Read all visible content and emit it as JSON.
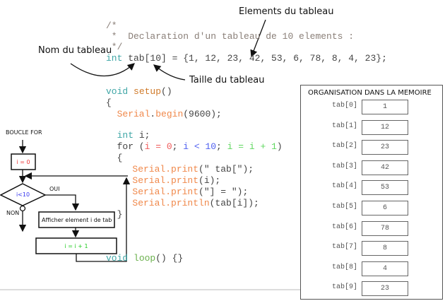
{
  "annotations": {
    "elements": "Elements du tableau",
    "name": "Nom du tableau",
    "size": "Taille du tableau"
  },
  "code_lines": [
    [
      {
        "t": "/*",
        "c": "#8a7f78"
      }
    ],
    [
      {
        "t": " *  Declaration d'un tableau de 10 elements :",
        "c": "#8a7f78"
      }
    ],
    [
      {
        "t": " */",
        "c": "#8a7f78"
      }
    ],
    [
      {
        "t": "int",
        "c": "#3fa6a6"
      },
      {
        "t": " tab[10] = {1, 12, 23, 42, 53, 6, 78, 8, 4, 23};",
        "c": "#444"
      }
    ],
    [
      {
        "t": "void",
        "c": "#3fa6a6"
      },
      {
        "t": " setup",
        "c": "#d07a2a"
      },
      {
        "t": "()",
        "c": "#444"
      }
    ],
    [
      {
        "t": "{",
        "c": "#444"
      }
    ],
    [
      {
        "t": "  Serial",
        "c": "#f0884a"
      },
      {
        "t": ".",
        "c": "#444"
      },
      {
        "t": "begin",
        "c": "#f0884a"
      },
      {
        "t": "(9600);",
        "c": "#444"
      }
    ],
    [
      {
        "t": "  int",
        "c": "#3fa6a6"
      },
      {
        "t": " i;",
        "c": "#444"
      }
    ],
    [
      {
        "t": "  for (",
        "c": "#444"
      },
      {
        "t": "i = 0",
        "c": "#f05a5a"
      },
      {
        "t": "; ",
        "c": "#444"
      },
      {
        "t": "i < 10",
        "c": "#5060f0"
      },
      {
        "t": "; ",
        "c": "#444"
      },
      {
        "t": "i = i + 1",
        "c": "#5fd75f"
      },
      {
        "t": ")",
        "c": "#444"
      }
    ],
    [
      {
        "t": "  {",
        "c": "#444"
      }
    ],
    [
      {
        "t": "   Serial.print",
        "c": "#f0884a"
      },
      {
        "t": "(\" tab[\");",
        "c": "#444"
      }
    ],
    [
      {
        "t": "   Serial.print",
        "c": "#f0884a"
      },
      {
        "t": "(i);",
        "c": "#444"
      }
    ],
    [
      {
        "t": "   Serial.print",
        "c": "#f0884a"
      },
      {
        "t": "(\"] = \");",
        "c": "#444"
      }
    ],
    [
      {
        "t": "   Serial.println",
        "c": "#f0884a"
      },
      {
        "t": "(tab[i]);",
        "c": "#444"
      }
    ],
    [
      {
        "t": "  }",
        "c": "#444"
      }
    ],
    [
      {
        "t": "void",
        "c": "#3fa6a6"
      },
      {
        "t": " loop",
        "c": "#6ab04c"
      },
      {
        "t": "() {}",
        "c": "#444"
      }
    ]
  ],
  "flowchart": {
    "title": "BOUCLE FOR",
    "init": "i = 0",
    "condition": "i<10",
    "yes": "OUI",
    "no": "NON",
    "body": "Afficher element i de tab",
    "increment": "i = i + 1"
  },
  "memory": {
    "title": "ORGANISATION DANS LA MEMOIRE",
    "rows": [
      {
        "label": "tab[0]",
        "value": "1"
      },
      {
        "label": "tab[1]",
        "value": "12"
      },
      {
        "label": "tab[2]",
        "value": "23"
      },
      {
        "label": "tab[3]",
        "value": "42"
      },
      {
        "label": "tab[4]",
        "value": "53"
      },
      {
        "label": "tab[5]",
        "value": "6"
      },
      {
        "label": "tab[6]",
        "value": "78"
      },
      {
        "label": "tab[7]",
        "value": "8"
      },
      {
        "label": "tab[8]",
        "value": "4"
      },
      {
        "label": "tab[9]",
        "value": "23"
      }
    ]
  }
}
